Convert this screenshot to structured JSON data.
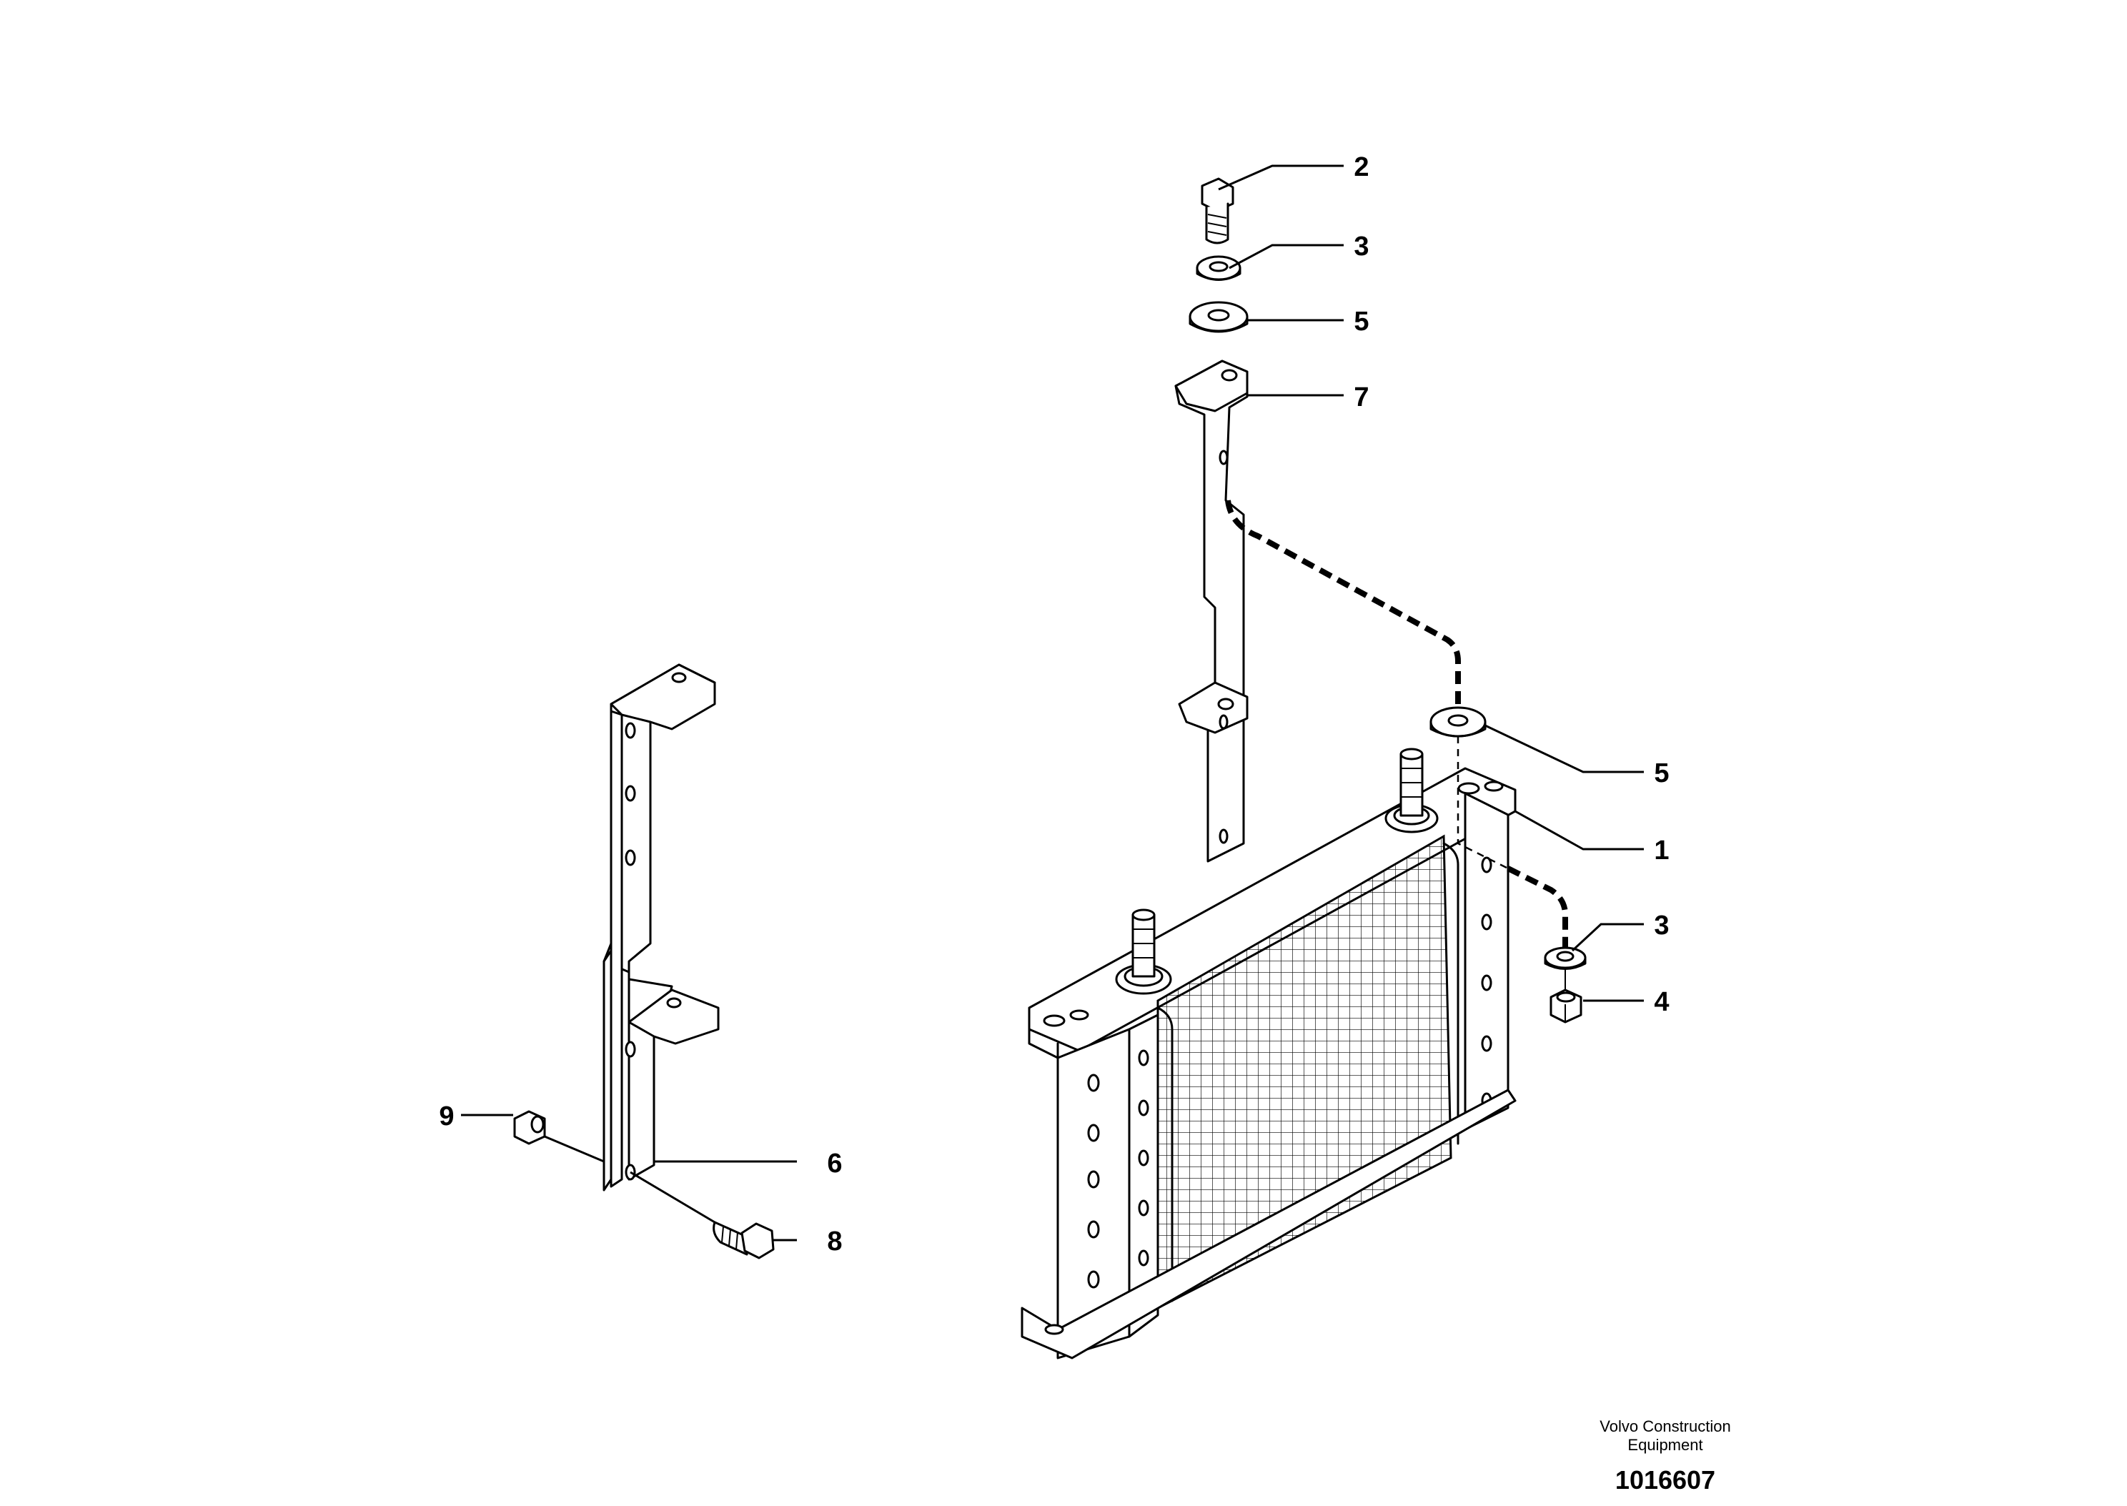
{
  "drawing": {
    "callouts": [
      {
        "id": "c2",
        "label": "2"
      },
      {
        "id": "c3a",
        "label": "3"
      },
      {
        "id": "c5a",
        "label": "5"
      },
      {
        "id": "c7",
        "label": "7"
      },
      {
        "id": "c5b",
        "label": "5"
      },
      {
        "id": "c1",
        "label": "1"
      },
      {
        "id": "c3b",
        "label": "3"
      },
      {
        "id": "c4",
        "label": "4"
      },
      {
        "id": "c9",
        "label": "9"
      },
      {
        "id": "c6",
        "label": "6"
      },
      {
        "id": "c8",
        "label": "8"
      }
    ]
  },
  "footer": {
    "brand_line1": "Volvo Construction",
    "brand_line2": "Equipment",
    "drawing_number": "1016607"
  }
}
